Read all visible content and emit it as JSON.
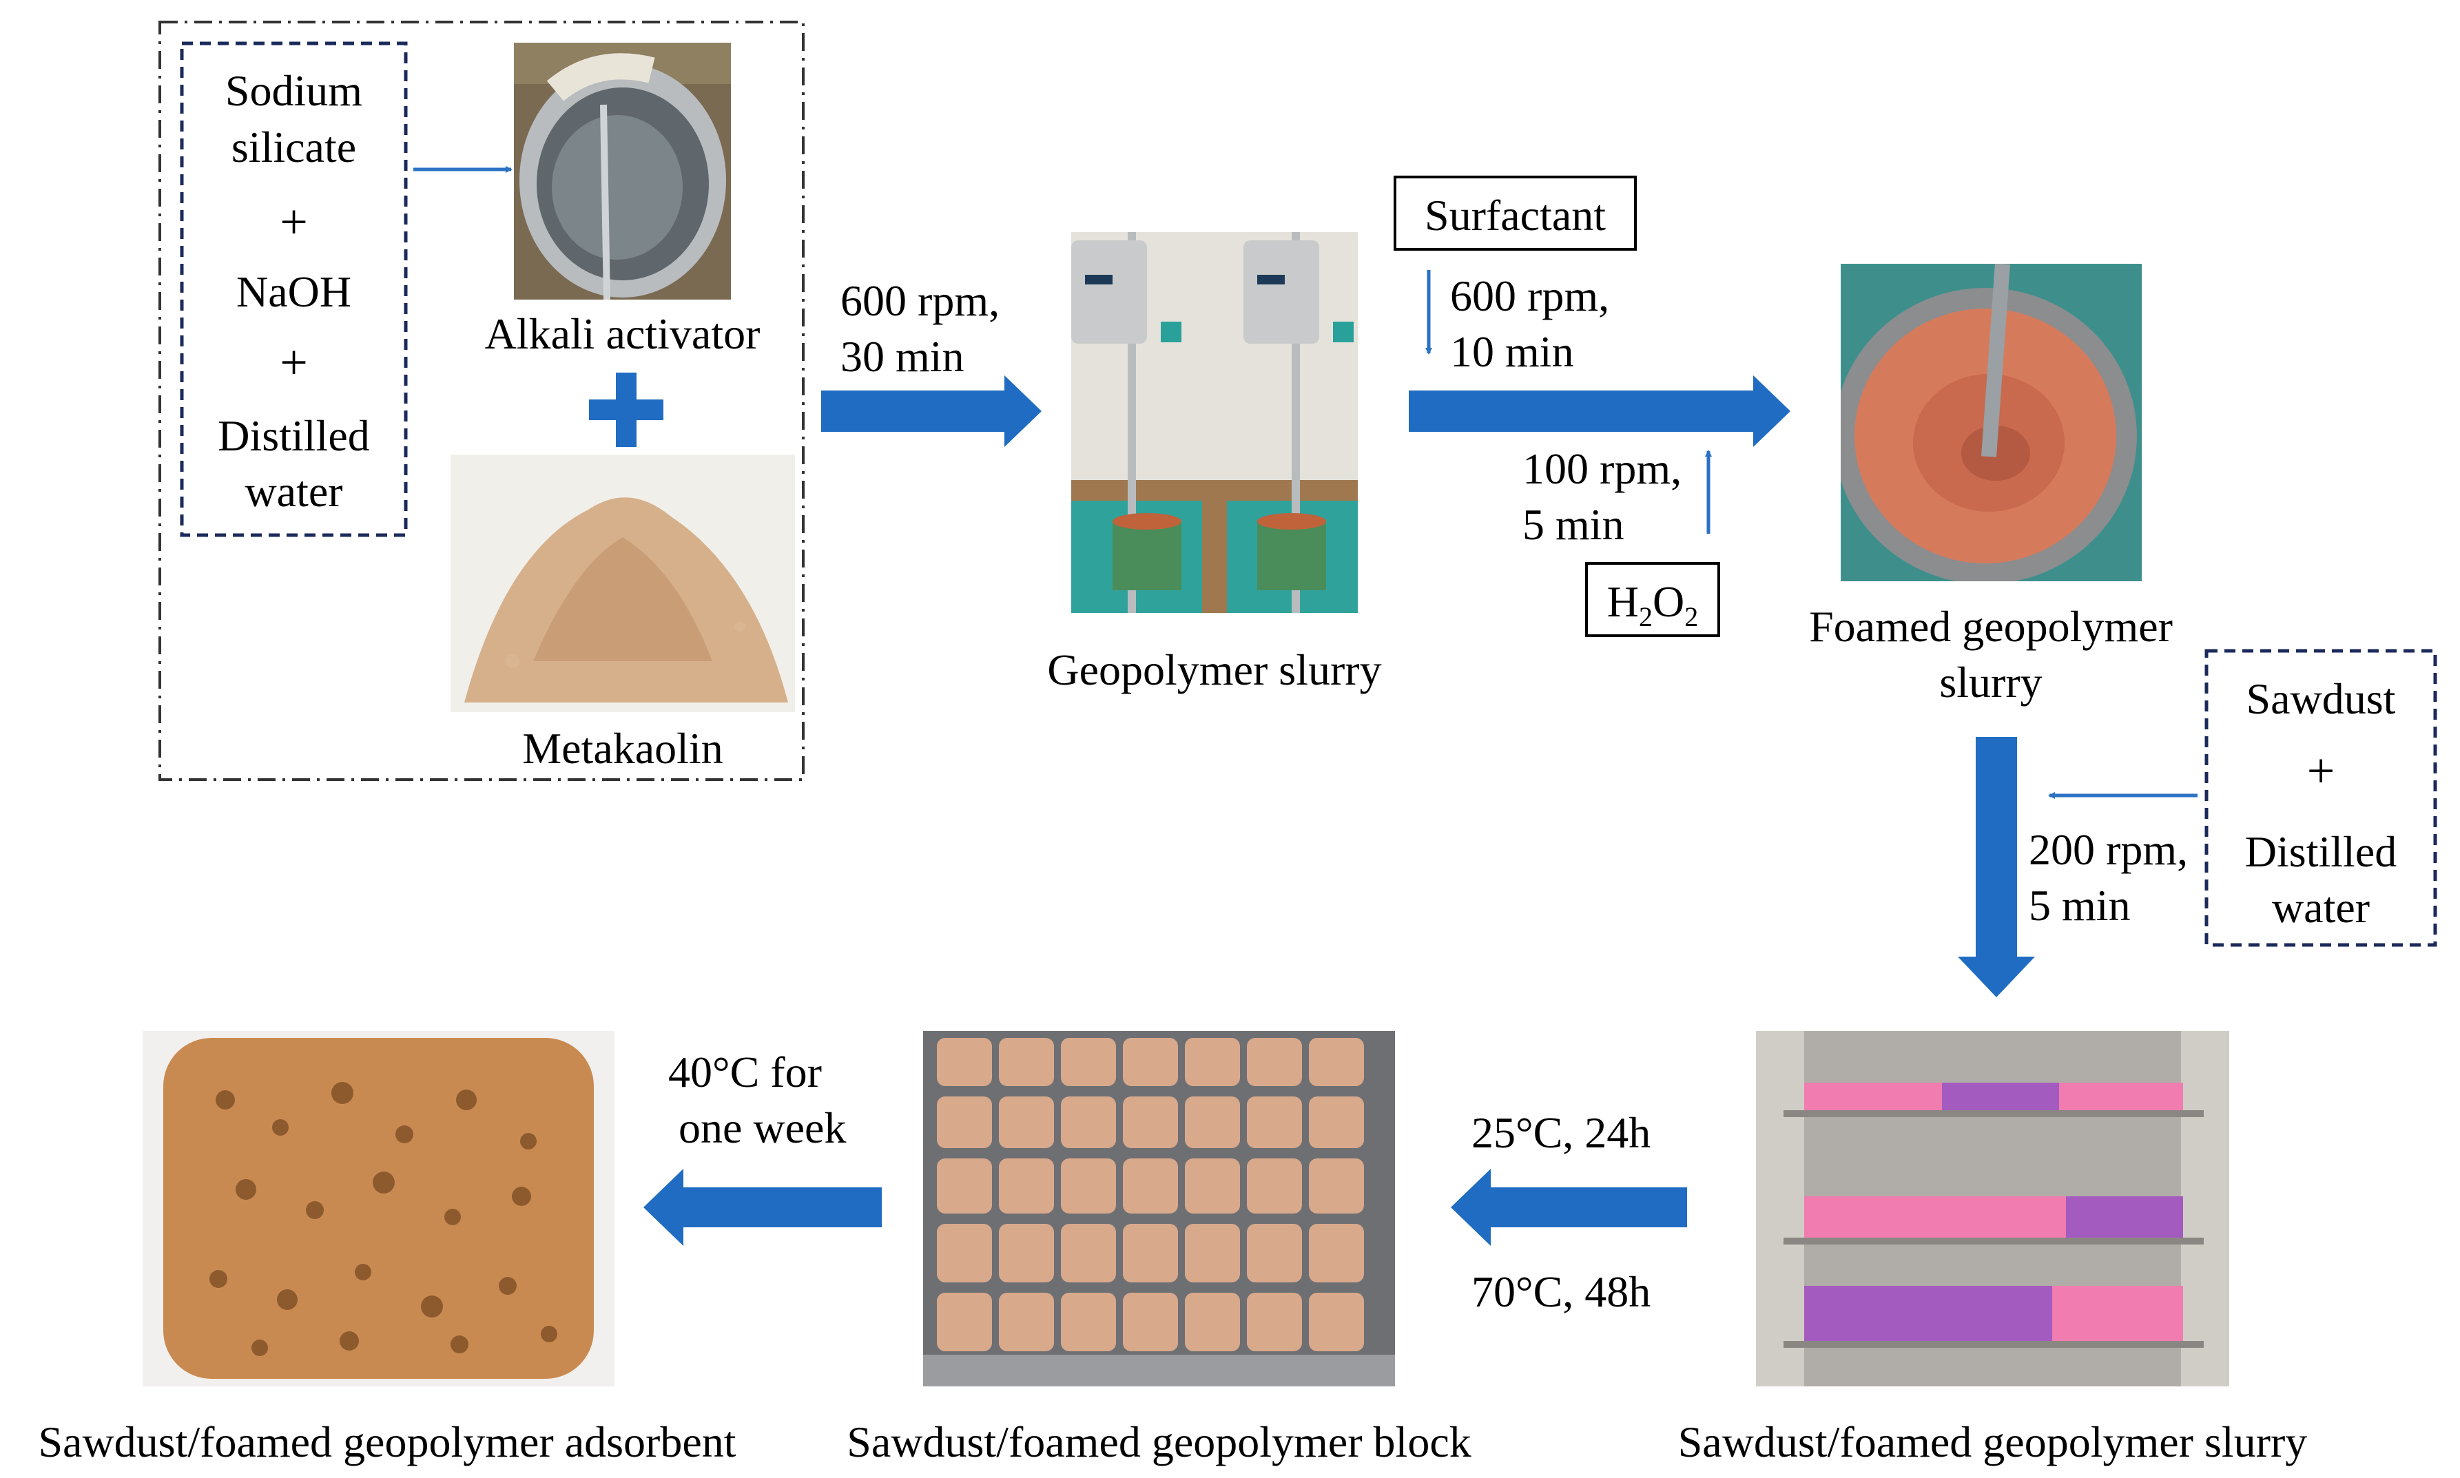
{
  "activator_box": {
    "lines": [
      "Sodium",
      "silicate",
      "+",
      "NaOH",
      "+",
      "Distilled",
      "water"
    ]
  },
  "photos": {
    "alkali_activator": "Alkali activator",
    "metakaolin": "Metakaolin",
    "geopolymer_slurry": "Geopolymer slurry",
    "foamed_slurry": [
      "Foamed geopolymer",
      "slurry"
    ],
    "sawdust_slurry": "Sawdust/foamed geopolymer slurry",
    "block": "Sawdust/foamed geopolymer block",
    "adsorbent": "Sawdust/foamed geopolymer adsorbent"
  },
  "steps": {
    "mix1": [
      "600 rpm,",
      "30 min"
    ],
    "surfactant": "Surfactant",
    "mix2": [
      "600 rpm,",
      "10 min"
    ],
    "mix3": [
      "100 rpm,",
      "5 min"
    ],
    "h2o2": {
      "H": "H",
      "sub1": "2",
      "O": "O",
      "sub2": "2"
    },
    "mix4": [
      "200 rpm,",
      "5 min"
    ],
    "cure1": "25°C, 24h",
    "cure2": "70°C, 48h",
    "dry": [
      "40°C for",
      "one week"
    ]
  },
  "sawdust_box": {
    "lines": [
      "Sawdust",
      "+",
      "Distilled",
      "water"
    ]
  },
  "colors": {
    "arrow": "#1f6cc2",
    "thin_arrow": "#2b72c4",
    "dashed_box": "#1b2a5a",
    "outer_box": "#333333"
  }
}
